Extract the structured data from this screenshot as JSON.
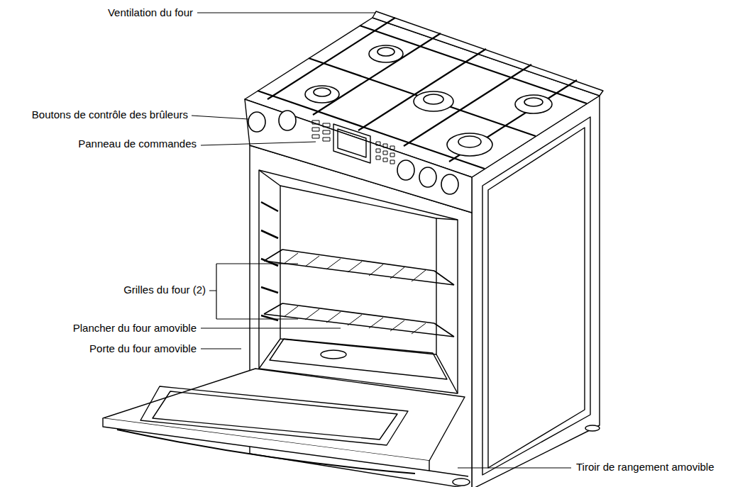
{
  "diagram": {
    "labels": [
      "Ventilation du four",
      "Boutons de contrôle des brûleurs",
      "Panneau de commandes",
      "Grilles du four (2)",
      "Plancher du four amovible",
      "Porte du four amovible",
      "Tiroir de rangement amovible"
    ]
  }
}
